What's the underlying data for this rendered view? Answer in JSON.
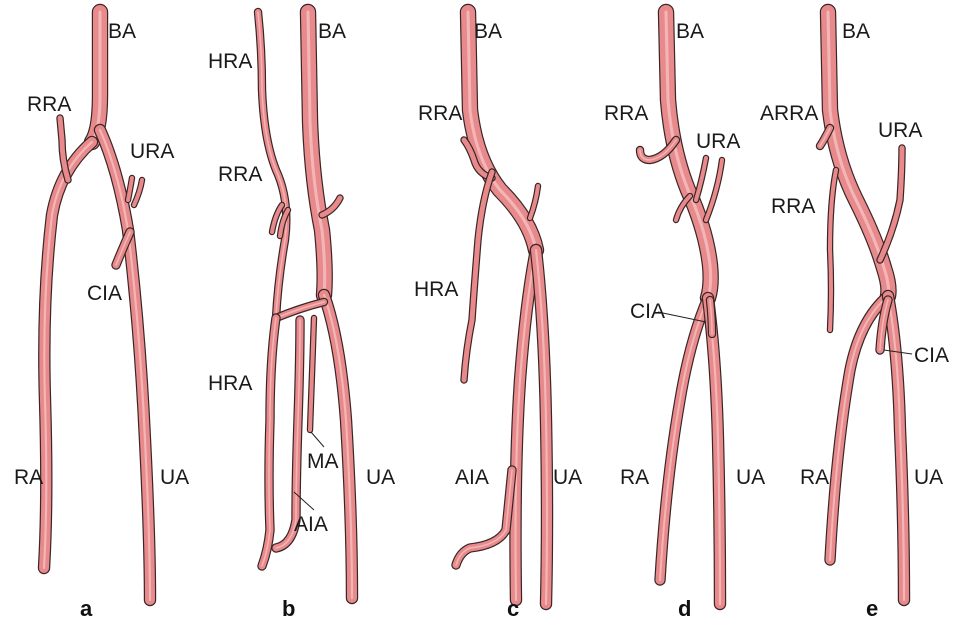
{
  "colors": {
    "vessel_fill": "#e8898c",
    "vessel_highlight": "#f6c9c9",
    "vessel_outline": "#3a2626",
    "text": "#1a1a1a"
  },
  "panels": [
    {
      "letter": "a",
      "labels": {
        "ba": "BA",
        "rra": "RRA",
        "ura": "URA",
        "cia": "CIA",
        "ra": "RA",
        "ua": "UA"
      }
    },
    {
      "letter": "b",
      "labels": {
        "hra_top": "HRA",
        "ba": "BA",
        "rra": "RRA",
        "hra_mid": "HRA",
        "ma": "MA",
        "aia": "AIA",
        "ua": "UA"
      }
    },
    {
      "letter": "c",
      "labels": {
        "ba": "BA",
        "rra": "RRA",
        "hra": "HRA",
        "aia": "AIA",
        "ua": "UA"
      }
    },
    {
      "letter": "d",
      "labels": {
        "ba": "BA",
        "rra": "RRA",
        "ura": "URA",
        "cia": "CIA",
        "ra": "RA",
        "ua": "UA"
      }
    },
    {
      "letter": "e",
      "labels": {
        "ba": "BA",
        "arra": "ARRA",
        "ura": "URA",
        "rra": "RRA",
        "cia": "CIA",
        "ra": "RA",
        "ua": "UA"
      }
    }
  ]
}
